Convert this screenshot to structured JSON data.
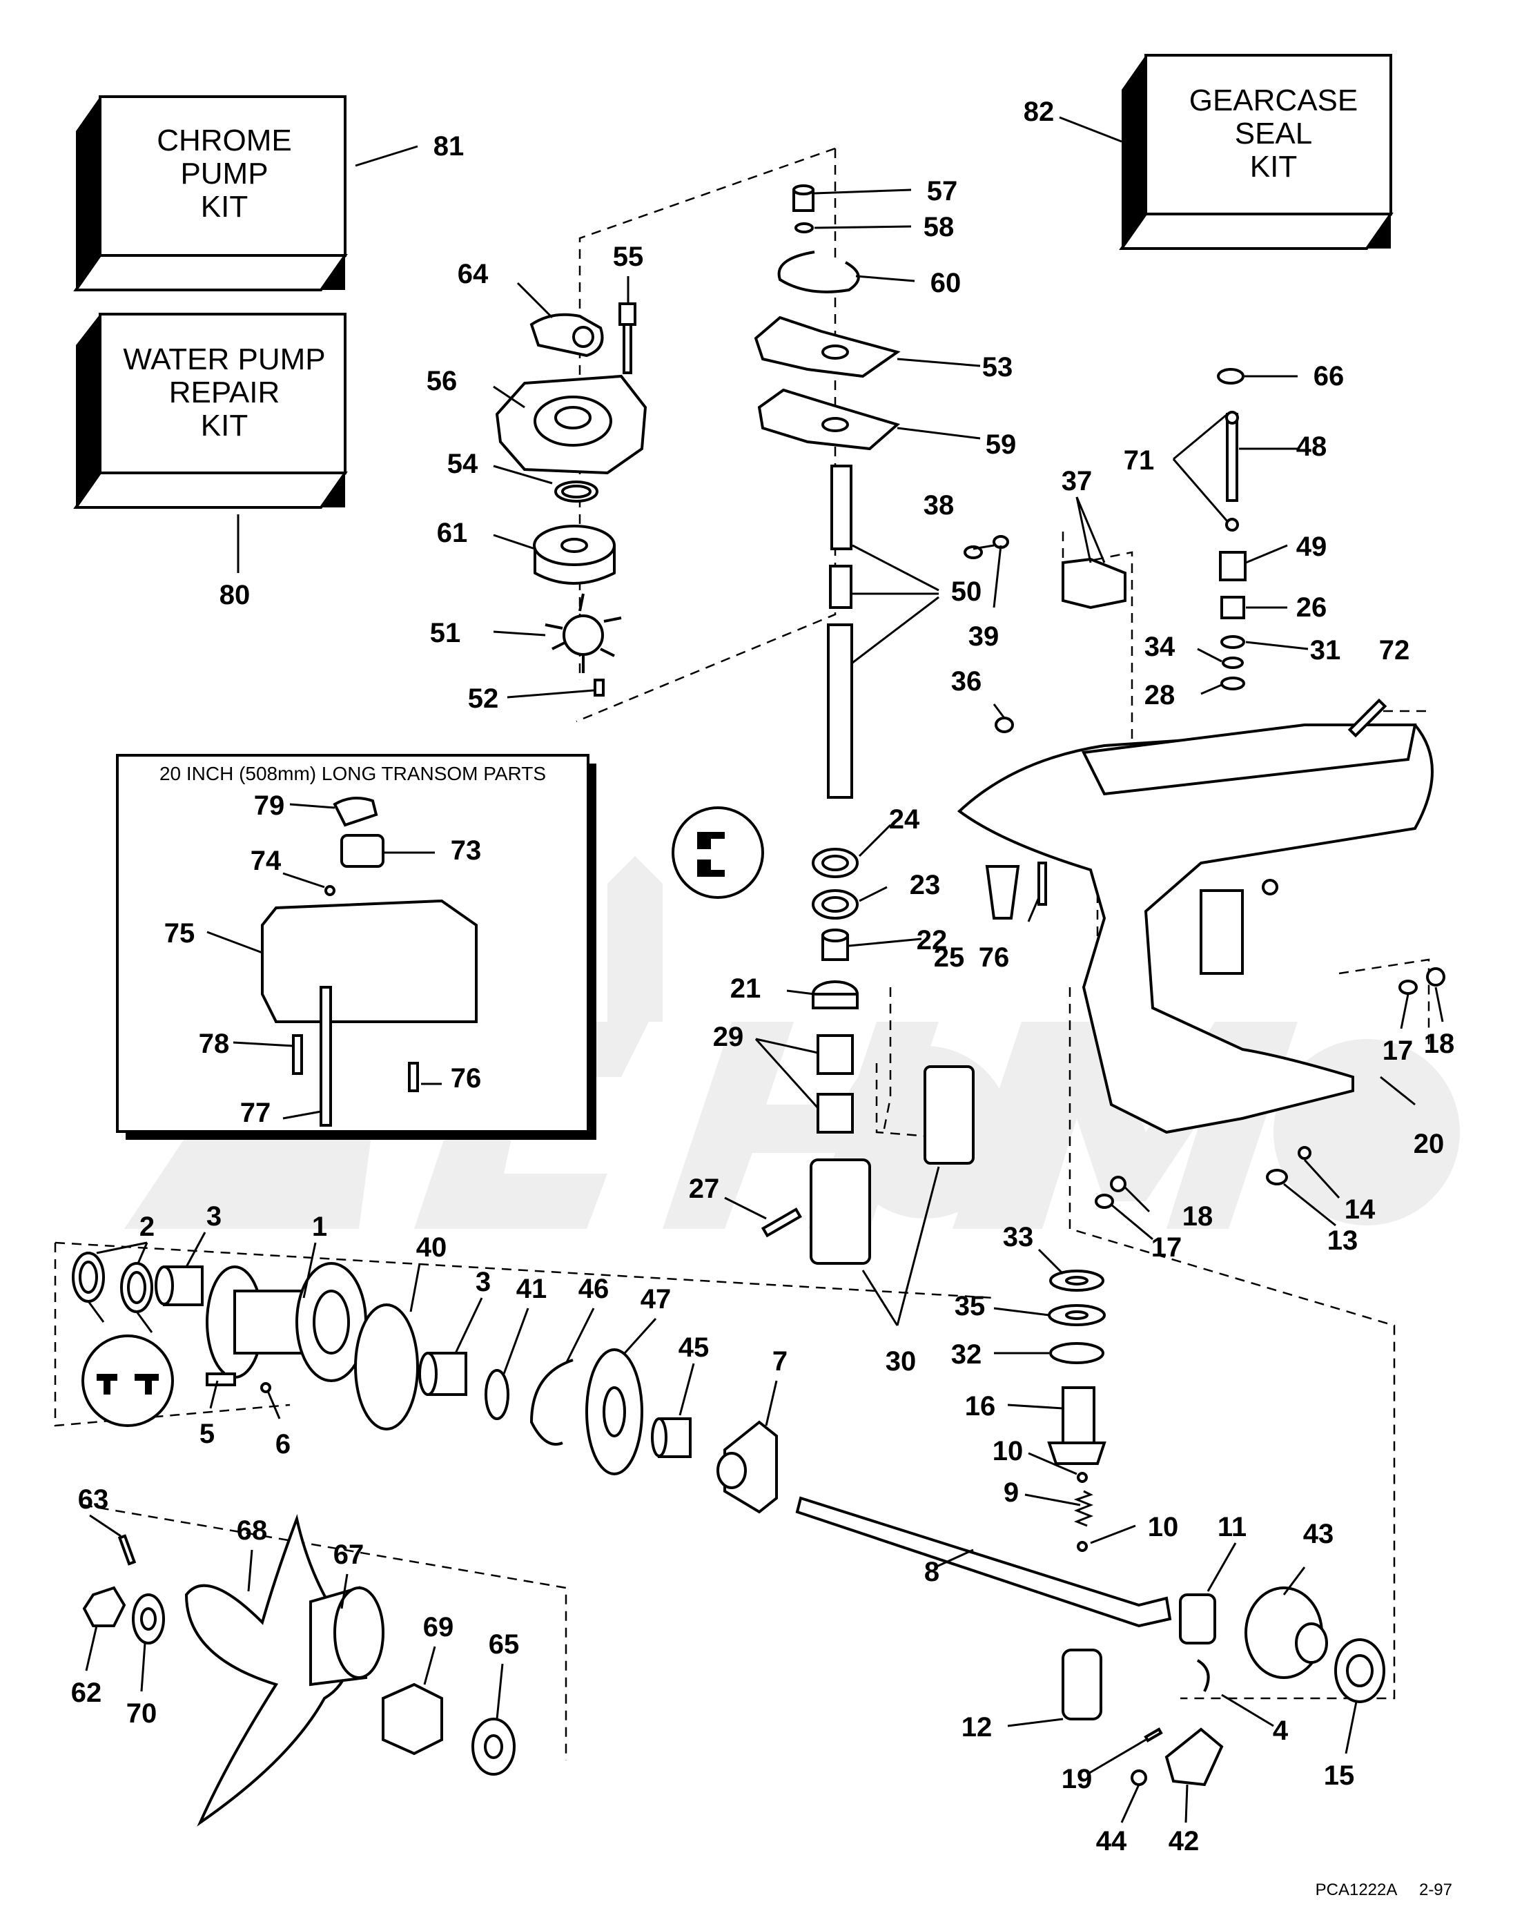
{
  "kits": {
    "chrome_pump": [
      "CHROME",
      "PUMP",
      "KIT"
    ],
    "water_pump_repair": [
      "WATER PUMP",
      "REPAIR",
      "KIT"
    ],
    "gearcase_seal": [
      "GEARCASE",
      "SEAL",
      "KIT"
    ]
  },
  "inset": {
    "title": "20 INCH (508mm) LONG TRANSOM PARTS"
  },
  "callouts": {
    "c1": "1",
    "c2": "2",
    "c3a": "3",
    "c3b": "3",
    "c4": "4",
    "c5": "5",
    "c6": "6",
    "c7": "7",
    "c8": "8",
    "c9": "9",
    "c10a": "10",
    "c10b": "10",
    "c11": "11",
    "c12": "12",
    "c13": "13",
    "c14": "14",
    "c15": "15",
    "c16": "16",
    "c17a": "17",
    "c17b": "17",
    "c18a": "18",
    "c18b": "18",
    "c19": "19",
    "c20": "20",
    "c21": "21",
    "c22": "22",
    "c23": "23",
    "c24": "24",
    "c25": "25",
    "c26": "26",
    "c27": "27",
    "c28": "28",
    "c29": "29",
    "c30": "30",
    "c31": "31",
    "c32": "32",
    "c33": "33",
    "c34": "34",
    "c35": "35",
    "c36": "36",
    "c37": "37",
    "c38": "38",
    "c39": "39",
    "c40": "40",
    "c41": "41",
    "c42": "42",
    "c43": "43",
    "c44": "44",
    "c45": "45",
    "c46": "46",
    "c47": "47",
    "c48": "48",
    "c49": "49",
    "c50": "50",
    "c51": "51",
    "c52": "52",
    "c53": "53",
    "c54": "54",
    "c55": "55",
    "c56": "56",
    "c57": "57",
    "c58": "58",
    "c59": "59",
    "c60": "60",
    "c61": "61",
    "c62": "62",
    "c63": "63",
    "c64": "64",
    "c65": "65",
    "c66": "66",
    "c67": "67",
    "c68": "68",
    "c69": "69",
    "c70": "70",
    "c71": "71",
    "c72": "72",
    "c73": "73",
    "c74": "74",
    "c75": "75",
    "c76a": "76",
    "c76b": "76",
    "c77": "77",
    "c78": "78",
    "c79": "79",
    "c80": "80",
    "c81": "81",
    "c82": "82"
  },
  "footer": {
    "code": "PCA1222A",
    "date": "2-97"
  }
}
